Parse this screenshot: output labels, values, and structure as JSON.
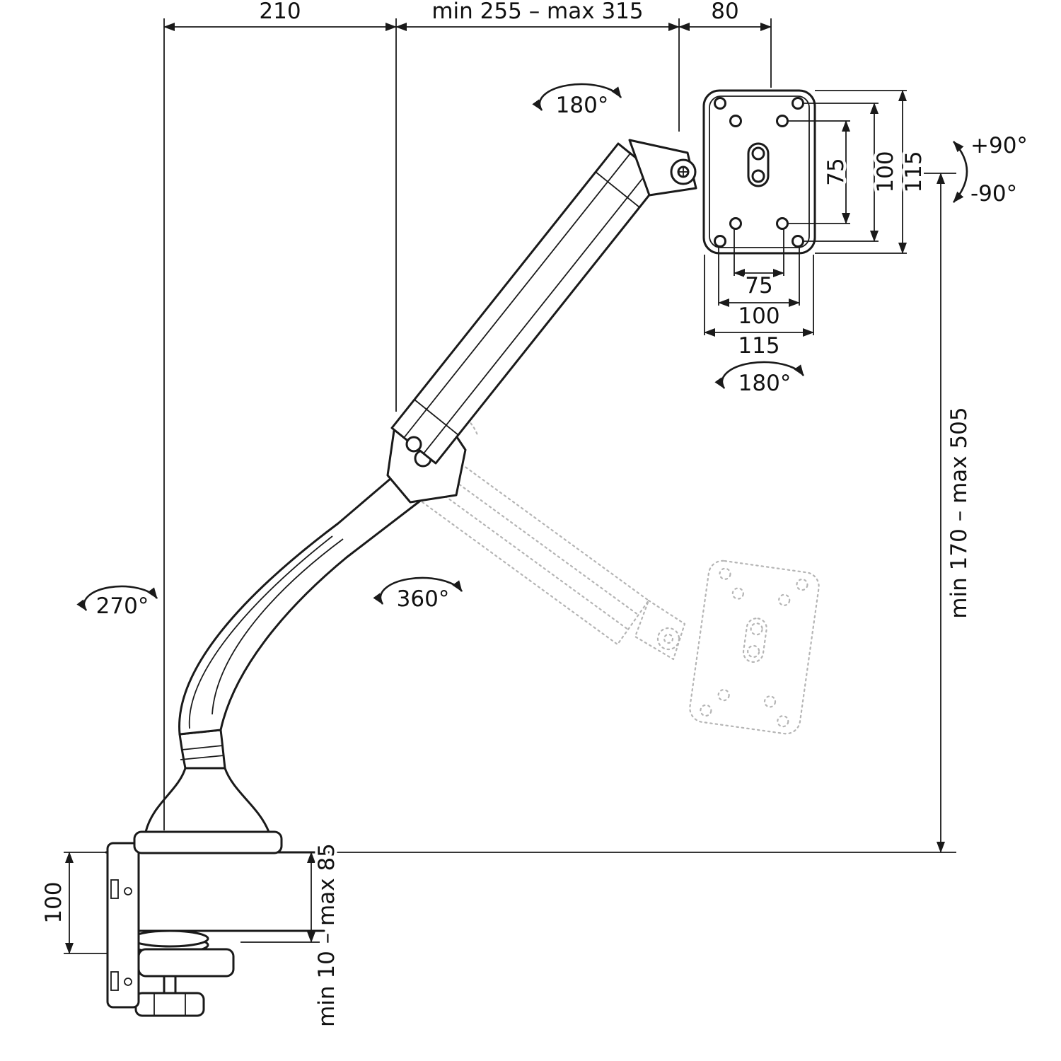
{
  "meta": {
    "ink_color": "#1a1a1a",
    "ghost_color": "#b5b5b5",
    "background": "#ffffff"
  },
  "dimensions": {
    "base_offset": "210",
    "arm_reach": "min 255 – max 315",
    "head_offset": "80",
    "vesa_vertical_75": "75",
    "vesa_vertical_100": "100",
    "vesa_vertical_115": "115",
    "vesa_horizontal_75": "75",
    "vesa_horizontal_100": "100",
    "vesa_horizontal_115": "115",
    "height_range": "min 170 – max 505",
    "clamp_height": "100",
    "desk_thickness": "min 10 – max 85"
  },
  "rotations": {
    "upper_arm_swivel": "180°",
    "head_swivel": "180°",
    "base_swivel": "270°",
    "arm_swivel": "360°",
    "tilt_up": "+90°",
    "tilt_down": "-90°"
  }
}
